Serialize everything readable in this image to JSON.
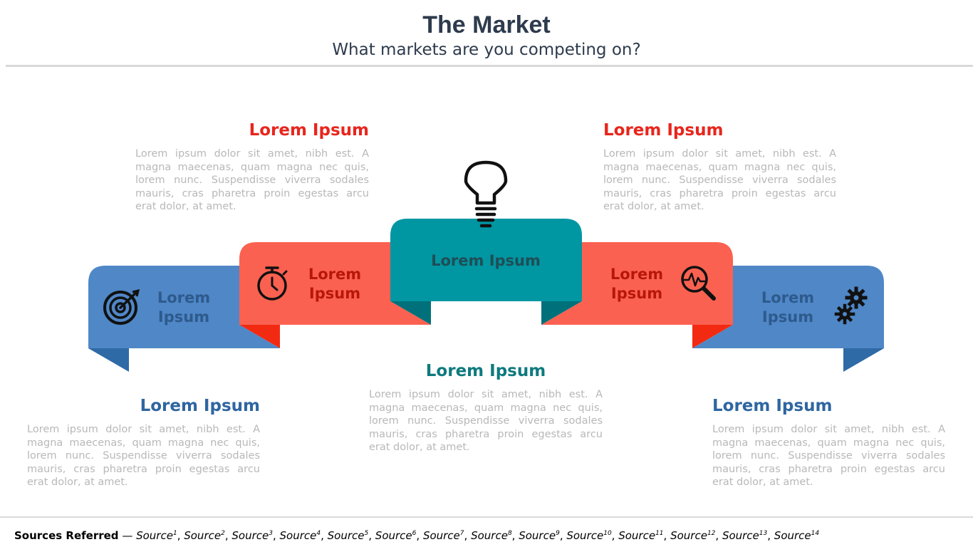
{
  "header": {
    "title": "The Market",
    "subtitle": "What markets are you competing on?"
  },
  "ribbons": [
    {
      "label": "Lorem Ipsum",
      "icon": "target-icon",
      "color": "#4f87c7"
    },
    {
      "label": "Lorem Ipsum",
      "icon": "stopwatch-icon",
      "color": "#fb6150"
    },
    {
      "label": "Lorem Ipsum",
      "icon": "lightbulb-icon",
      "color": "#0096a2"
    },
    {
      "label": "Lorem Ipsum",
      "icon": "magnifier-pulse-icon",
      "color": "#fb6150"
    },
    {
      "label": "Lorem Ipsum",
      "icon": "gears-icon",
      "color": "#4f87c7"
    }
  ],
  "blocks": {
    "top_left": {
      "title": "Lorem Ipsum",
      "text": "Lorem ipsum dolor sit amet, nibh est. A magna maecenas, quam magna nec quis, lorem nunc. Suspendisse viverra sodales mauris, cras pharetra proin egestas arcu erat dolor, at amet."
    },
    "top_right": {
      "title": "Lorem Ipsum",
      "text": "Lorem ipsum dolor sit amet, nibh est. A magna maecenas, quam magna nec quis, lorem nunc. Suspendisse viverra sodales mauris, cras pharetra proin egestas arcu erat dolor, at amet."
    },
    "center": {
      "title": "Lorem Ipsum",
      "text": "Lorem ipsum dolor sit amet, nibh est. A magna maecenas, quam magna nec quis, lorem nunc. Suspendisse viverra sodales mauris, cras pharetra proin egestas arcu erat dolor, at amet."
    },
    "bottom_left": {
      "title": "Lorem Ipsum",
      "text": "Lorem ipsum dolor sit amet, nibh est. A magna maecenas, quam magna nec quis, lorem nunc. Suspendisse viverra sodales mauris, cras pharetra proin egestas arcu erat dolor, at amet."
    },
    "bottom_right": {
      "title": "Lorem Ipsum",
      "text": "Lorem ipsum dolor sit amet, nibh est. A magna maecenas, quam magna nec quis, lorem nunc. Suspendisse viverra sodales mauris, cras pharetra proin egestas arcu erat dolor, at amet."
    }
  },
  "sources": {
    "label": "Sources Referred",
    "dash": "—",
    "items": [
      "Source",
      "Source",
      "Source",
      "Source",
      "Source",
      "Source",
      "Source",
      "Source",
      "Source",
      "Source",
      "Source",
      "Source",
      "Source",
      "Source"
    ],
    "sups": [
      "1",
      "2",
      "3",
      "4",
      "5",
      "6",
      "7",
      "8",
      "9",
      "10",
      "11",
      "12",
      "13",
      "14"
    ]
  },
  "colors": {
    "red_title": "#e8251c",
    "teal_title": "#0e7a7e",
    "blue_title": "#2e66a1",
    "blue_fold": "#2e6aa6",
    "red_fold": "#f32a12",
    "teal_fold": "#00717a"
  }
}
